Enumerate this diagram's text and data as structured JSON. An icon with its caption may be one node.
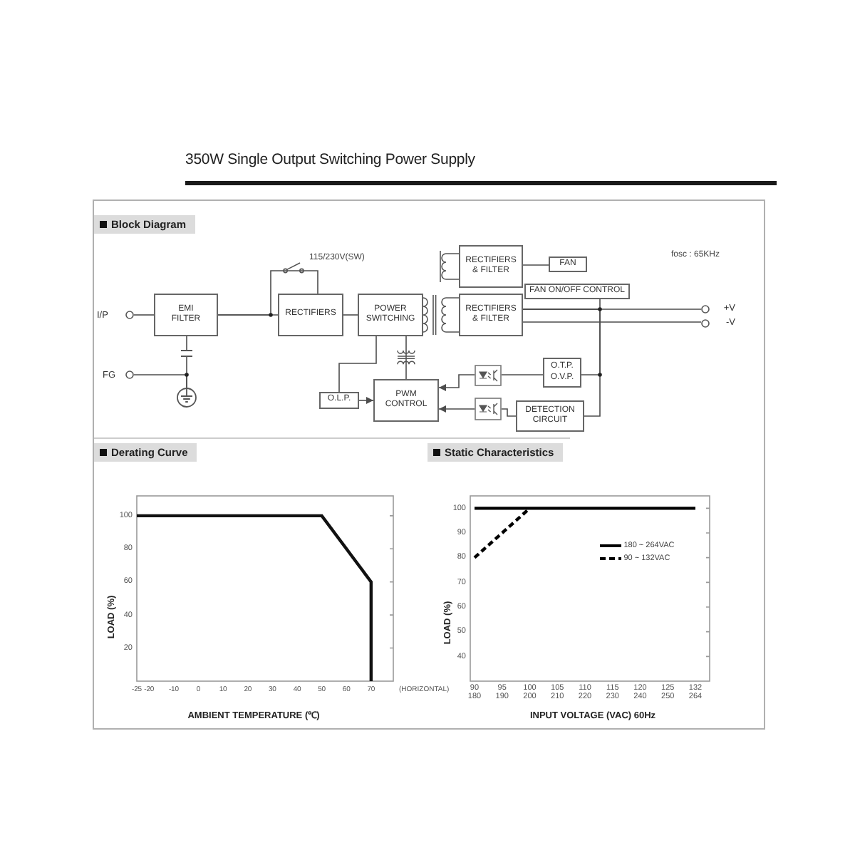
{
  "diagram": {
    "title": "350W Single Output Switching Power Supply",
    "nodes": [
      {
        "text": [
          "I/P"
        ]
      },
      {
        "text": [
          "FG"
        ]
      },
      {
        "text": [
          "EMI FILTER"
        ]
      },
      {
        "text": [
          "RECTIFIERS"
        ]
      },
      {
        "text": [
          "POWER SWITCHING"
        ]
      },
      {
        "text": [
          "RECTIFIERS & FILTER"
        ]
      },
      {
        "text": [
          "FAN"
        ]
      },
      {
        "text": [
          "FAN ON/OFF CONTROL"
        ]
      },
      {
        "text": [
          "RECTIFIERS & FILTER"
        ]
      },
      {
        "text": [
          "+V"
        ]
      },
      {
        "text": [
          "-V"
        ]
      },
      {
        "text": [],
        "shape": "circle"
      },
      {
        "text": [
          "O.L.P."
        ]
      },
      {
        "text": [
          "PWM CONTROL"
        ]
      },
      {
        "text": [],
        "shape": "box"
      },
      {
        "text": [
          "O.T.P. O.V.P."
        ]
      },
      {
        "text": [],
        "shape": "box"
      },
      {
        "text": [
          "DETECTION CIRCUIT"
        ]
      }
    ],
    "edges": [
      {
        "from": 0,
        "to": 2,
        "arrow": "none"
      },
      {
        "from": 1,
        "to": 11,
        "arrow": "none"
      },
      {
        "from": 2,
        "to": 11,
        "arrow": "none"
      },
      {
        "from": 2,
        "to": 3,
        "arrow": "none"
      },
      {
        "from": 2,
        "to": 3,
        "arrow": "none",
        "label": "115/230V(SW)"
      },
      {
        "from": 3,
        "to": 4,
        "arrow": "none"
      },
      {
        "from": 5,
        "to": 6,
        "arrow": "none"
      },
      {
        "from": 8,
        "to": 9,
        "arrow": "none"
      },
      {
        "from": 8,
        "to": 10,
        "arrow": "none"
      },
      {
        "from": 8,
        "to": 7,
        "arrow": "none"
      },
      {
        "from": 8,
        "to": 15,
        "arrow": "none"
      },
      {
        "from": 8,
        "to": 17,
        "arrow": "none"
      },
      {
        "from": 4,
        "to": 12,
        "arrow": "none"
      },
      {
        "from": 4,
        "to": 13,
        "arrow": "none"
      },
      {
        "from": 12,
        "to": 13,
        "arrow": "to"
      },
      {
        "from": 15,
        "to": 14,
        "arrow": "none"
      },
      {
        "from": 14,
        "to": 13,
        "arrow": "to"
      },
      {
        "from": 17,
        "to": 16,
        "arrow": "none"
      },
      {
        "from": 16,
        "to": 13,
        "arrow": "to"
      }
    ],
    "labels": [
      "Block Diagram",
      "fosc : 65KHz",
      "Derating Curve",
      "Static Characteristics"
    ],
    "chart_data": [
      {
        "type": "line",
        "xlabel": "AMBIENT TEMPERATURE (℃)",
        "ylabel": "LOAD (%)",
        "x": [
          -25,
          50,
          70,
          70
        ],
        "values": [
          100,
          100,
          60,
          0
        ],
        "xlim": [
          -25,
          79
        ],
        "ylim": [
          0,
          112
        ],
        "xticks": [
          -25,
          -20,
          -10,
          0,
          10,
          20,
          30,
          40,
          50,
          60,
          70
        ],
        "yticks": [
          20,
          40,
          60,
          80,
          100
        ],
        "annotations": [
          "(HORIZONTAL)"
        ]
      },
      {
        "type": "line",
        "xlabel": "INPUT VOLTAGE (VAC) 60Hz",
        "ylabel": "LOAD (%)",
        "categories": [
          "90 180",
          "95 190",
          "100 200",
          "105 210",
          "110 220",
          "115 230",
          "120 240",
          "125 250",
          "132 264"
        ],
        "series": [
          {
            "name": "180 ~ 264VAC",
            "color": "#000000",
            "line_style": "solid",
            "values": [
              100,
              100,
              100,
              100,
              100,
              100,
              100,
              100,
              100
            ]
          },
          {
            "name": "90 ~ 132VAC",
            "color": "#000000",
            "line_style": "dashed",
            "values": [
              80,
              90,
              100,
              null,
              null,
              null,
              null,
              null,
              null
            ]
          }
        ],
        "legend": "upper right",
        "ylim": [
          30,
          105
        ],
        "yticks": [
          40,
          50,
          60,
          70,
          80,
          90,
          100
        ]
      }
    ]
  }
}
